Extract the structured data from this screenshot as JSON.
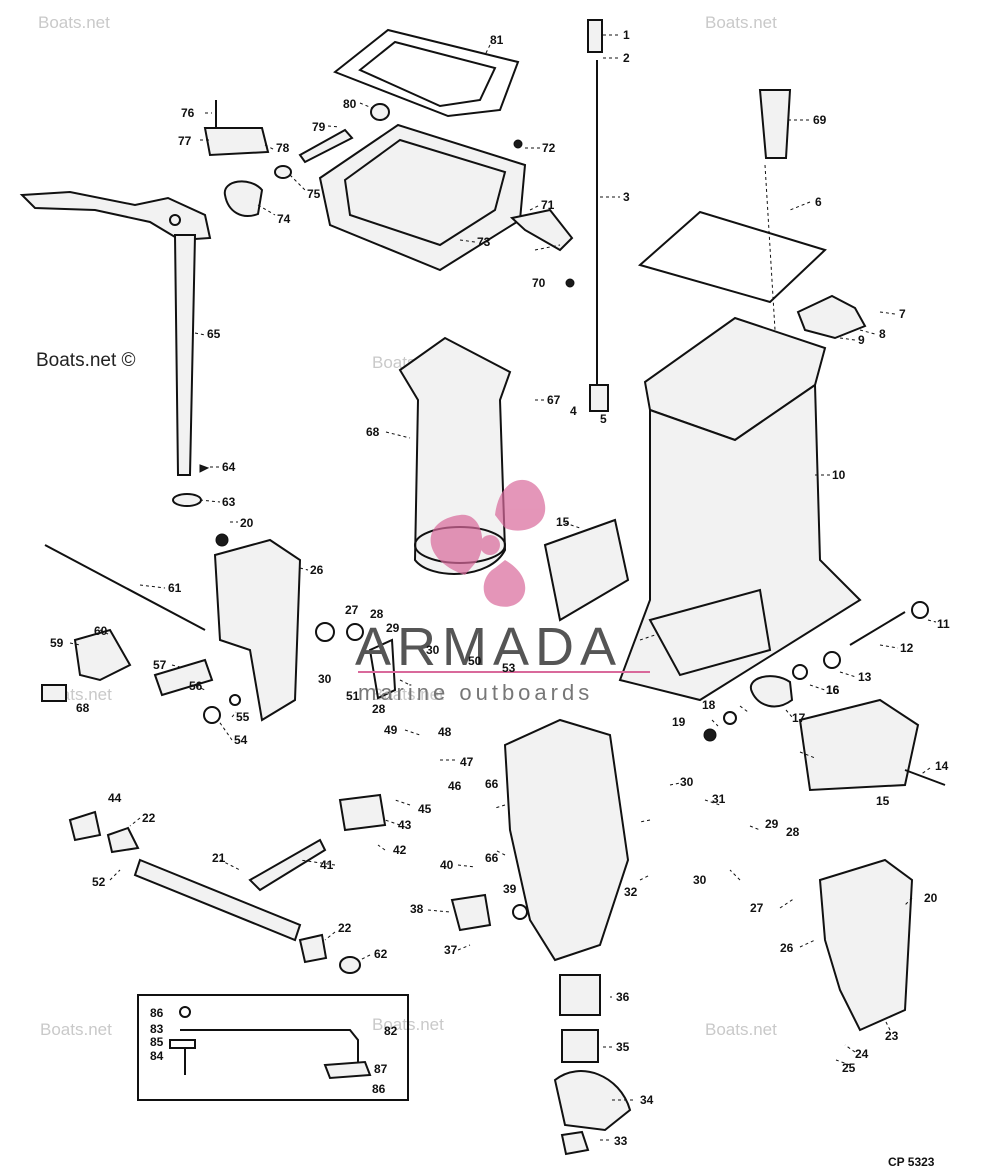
{
  "watermarks": {
    "site": "Boats.net",
    "site_prominent": "Boats.net ©",
    "brand": "ARMADA",
    "brand_sub": "marine outboards",
    "brand_color": "#d9699b"
  },
  "drawing_code": "CP 5323",
  "callouts": [
    {
      "id": "c1",
      "text": "1"
    },
    {
      "id": "c2",
      "text": "2"
    },
    {
      "id": "c3",
      "text": "3"
    },
    {
      "id": "c4",
      "text": "4"
    },
    {
      "id": "c5",
      "text": "5"
    },
    {
      "id": "c6",
      "text": "6"
    },
    {
      "id": "c7",
      "text": "7"
    },
    {
      "id": "c8",
      "text": "8"
    },
    {
      "id": "c9",
      "text": "9"
    },
    {
      "id": "c10",
      "text": "10"
    },
    {
      "id": "c11",
      "text": "11"
    },
    {
      "id": "c12",
      "text": "12"
    },
    {
      "id": "c13",
      "text": "13"
    },
    {
      "id": "c14",
      "text": "14"
    },
    {
      "id": "c15a",
      "text": "15"
    },
    {
      "id": "c15b",
      "text": "15"
    },
    {
      "id": "c16a",
      "text": "16"
    },
    {
      "id": "c16b",
      "text": "16"
    },
    {
      "id": "c17",
      "text": "17"
    },
    {
      "id": "c18",
      "text": "18"
    },
    {
      "id": "c19",
      "text": "19"
    },
    {
      "id": "c20a",
      "text": "20"
    },
    {
      "id": "c20b",
      "text": "20"
    },
    {
      "id": "c21",
      "text": "21"
    },
    {
      "id": "c22a",
      "text": "22"
    },
    {
      "id": "c22b",
      "text": "22"
    },
    {
      "id": "c23",
      "text": "23"
    },
    {
      "id": "c24",
      "text": "24"
    },
    {
      "id": "c25",
      "text": "25"
    },
    {
      "id": "c26a",
      "text": "26"
    },
    {
      "id": "c26b",
      "text": "26"
    },
    {
      "id": "c27a",
      "text": "27"
    },
    {
      "id": "c27b",
      "text": "27"
    },
    {
      "id": "c28a",
      "text": "28"
    },
    {
      "id": "c28b",
      "text": "28"
    },
    {
      "id": "c28c",
      "text": "28"
    },
    {
      "id": "c29a",
      "text": "29"
    },
    {
      "id": "c29b",
      "text": "29"
    },
    {
      "id": "c30a",
      "text": "30"
    },
    {
      "id": "c30b",
      "text": "30"
    },
    {
      "id": "c30c",
      "text": "30"
    },
    {
      "id": "c30d",
      "text": "30"
    },
    {
      "id": "c31",
      "text": "31"
    },
    {
      "id": "c32",
      "text": "32"
    },
    {
      "id": "c33",
      "text": "33"
    },
    {
      "id": "c34",
      "text": "34"
    },
    {
      "id": "c35",
      "text": "35"
    },
    {
      "id": "c36",
      "text": "36"
    },
    {
      "id": "c37",
      "text": "37"
    },
    {
      "id": "c38",
      "text": "38"
    },
    {
      "id": "c39",
      "text": "39"
    },
    {
      "id": "c40",
      "text": "40"
    },
    {
      "id": "c41",
      "text": "41"
    },
    {
      "id": "c42",
      "text": "42"
    },
    {
      "id": "c43",
      "text": "43"
    },
    {
      "id": "c44",
      "text": "44"
    },
    {
      "id": "c45",
      "text": "45"
    },
    {
      "id": "c46",
      "text": "46"
    },
    {
      "id": "c47",
      "text": "47"
    },
    {
      "id": "c48",
      "text": "48"
    },
    {
      "id": "c49",
      "text": "49"
    },
    {
      "id": "c50",
      "text": "50"
    },
    {
      "id": "c51",
      "text": "51"
    },
    {
      "id": "c52",
      "text": "52"
    },
    {
      "id": "c53",
      "text": "53"
    },
    {
      "id": "c54",
      "text": "54"
    },
    {
      "id": "c55",
      "text": "55"
    },
    {
      "id": "c56",
      "text": "56"
    },
    {
      "id": "c57",
      "text": "57"
    },
    {
      "id": "c59",
      "text": "59"
    },
    {
      "id": "c60",
      "text": "60"
    },
    {
      "id": "c61",
      "text": "61"
    },
    {
      "id": "c62",
      "text": "62"
    },
    {
      "id": "c63",
      "text": "63"
    },
    {
      "id": "c64",
      "text": "64"
    },
    {
      "id": "c65",
      "text": "65"
    },
    {
      "id": "c66a",
      "text": "66"
    },
    {
      "id": "c66b",
      "text": "66"
    },
    {
      "id": "c67",
      "text": "67"
    },
    {
      "id": "c68a",
      "text": "68"
    },
    {
      "id": "c68b",
      "text": "68"
    },
    {
      "id": "c69",
      "text": "69"
    },
    {
      "id": "c70",
      "text": "70"
    },
    {
      "id": "c71",
      "text": "71"
    },
    {
      "id": "c72",
      "text": "72"
    },
    {
      "id": "c73",
      "text": "73"
    },
    {
      "id": "c74",
      "text": "74"
    },
    {
      "id": "c75",
      "text": "75"
    },
    {
      "id": "c76",
      "text": "76"
    },
    {
      "id": "c77",
      "text": "77"
    },
    {
      "id": "c78",
      "text": "78"
    },
    {
      "id": "c79",
      "text": "79"
    },
    {
      "id": "c80",
      "text": "80"
    },
    {
      "id": "c81",
      "text": "81"
    },
    {
      "id": "c82",
      "text": "82"
    },
    {
      "id": "c83",
      "text": "83"
    },
    {
      "id": "c84",
      "text": "84"
    },
    {
      "id": "c85",
      "text": "85"
    },
    {
      "id": "c86a",
      "text": "86"
    },
    {
      "id": "c86b",
      "text": "86"
    },
    {
      "id": "c87",
      "text": "87"
    }
  ]
}
